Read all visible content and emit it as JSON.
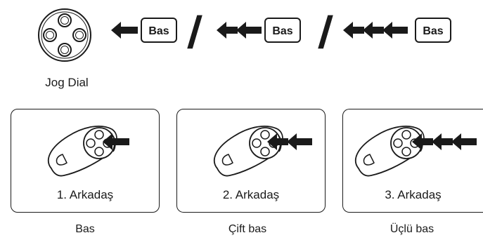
{
  "top": {
    "button_label": "Bas",
    "jog_caption": "Jog Dial",
    "separator": "/"
  },
  "cards": [
    {
      "label": "1. Arkadaş",
      "press_label": "Bas",
      "arrows": 1
    },
    {
      "label": "2. Arkadaş",
      "press_label": "Çift bas",
      "arrows": 2
    },
    {
      "label": "3. Arkadaş",
      "press_label": "Üçlü bas",
      "arrows": 3
    }
  ]
}
